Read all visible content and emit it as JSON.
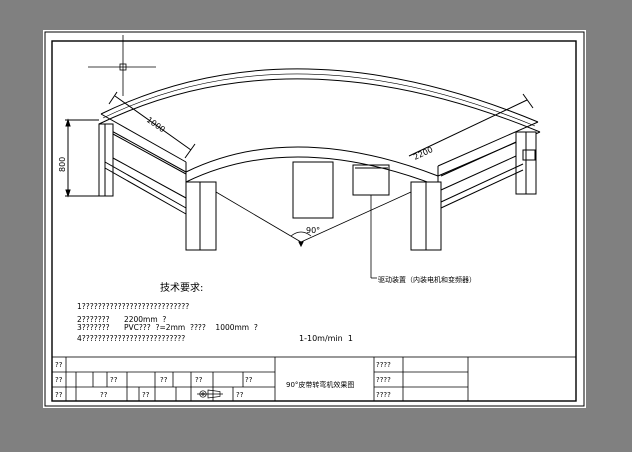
{
  "drawing": {
    "dimensions": {
      "height": "800",
      "width": "1000",
      "radius": "2200",
      "angle": "90°"
    },
    "callout": "驱动装置（内装电机和变频器）",
    "tech_requirements": {
      "title": "技术要求:",
      "lines": [
        "1???????????????????????????",
        "2???????      2200mm  ?",
        "3???????      PVC???  ?=2mm  ????    1000mm  ?",
        "4??????????????????????????"
      ],
      "speed": "1-10m/min  1"
    },
    "title_block": {
      "drawing_name": "90°皮带转弯机效果图",
      "cells": {
        "r1c1": "??",
        "r2c1": "??",
        "r3c1": "??",
        "r2c3": "??",
        "r2c4": "??",
        "r2c5": "??",
        "r2c6": "??",
        "r3c3": "??",
        "r3c4": "??",
        "r3c5": "??",
        "r1_right": "????",
        "r2_right": "????",
        "r3_right": "????"
      }
    }
  }
}
